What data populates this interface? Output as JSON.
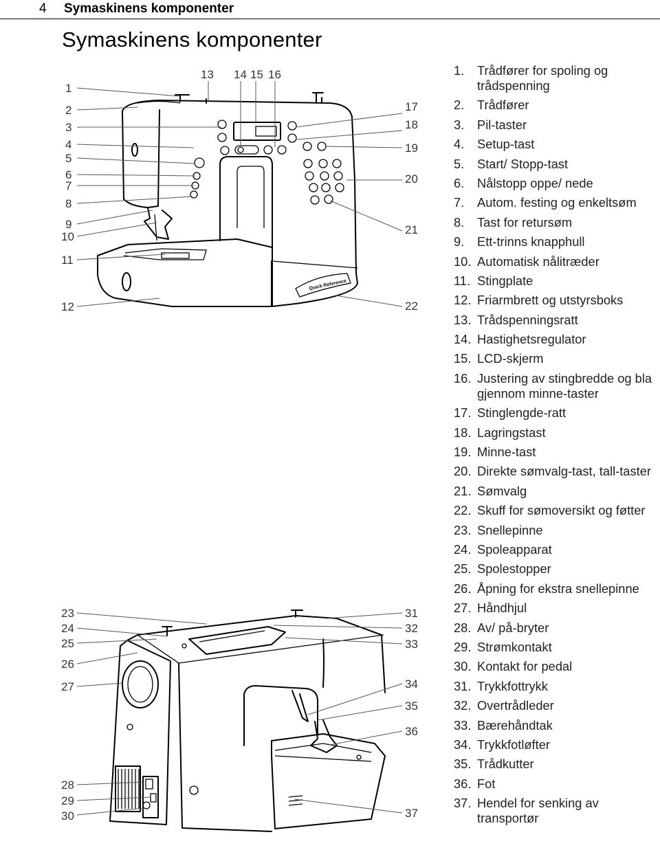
{
  "header": {
    "page_number": "4",
    "running_title": "Symaskinens komponenter"
  },
  "title": "Symaskinens komponenter",
  "front_callouts": {
    "left": [
      "1",
      "2",
      "3",
      "4",
      "5",
      "6",
      "7",
      "8",
      "9",
      "10",
      "11",
      "12"
    ],
    "top": [
      "13",
      "14",
      "15",
      "16"
    ],
    "right": [
      "17",
      "18",
      "19",
      "20",
      "21",
      "22"
    ],
    "badge_text": "Quick Reference"
  },
  "back_callouts": {
    "left": [
      "23",
      "24",
      "25",
      "26",
      "27",
      "28",
      "29",
      "30"
    ],
    "right": [
      "31",
      "32",
      "33",
      "34",
      "35",
      "36",
      "37"
    ]
  },
  "parts": [
    {
      "num": "1.",
      "label": "Trådfører for spoling og trådspenning"
    },
    {
      "num": "2.",
      "label": "Trådfører"
    },
    {
      "num": "3.",
      "label": "Pil-taster"
    },
    {
      "num": "4.",
      "label": "Setup-tast"
    },
    {
      "num": "5.",
      "label": "Start/ Stopp-tast"
    },
    {
      "num": "6.",
      "label": "Nålstopp oppe/ nede"
    },
    {
      "num": "7.",
      "label": "Autom. festing og enkeltsøm"
    },
    {
      "num": "8.",
      "label": "Tast for retursøm"
    },
    {
      "num": "9.",
      "label": "Ett-trinns knapphull"
    },
    {
      "num": "10.",
      "label": "Automatisk nålitræder"
    },
    {
      "num": "11.",
      "label": "Stingplate"
    },
    {
      "num": "12.",
      "label": "Friarmbrett og utstyrsboks"
    },
    {
      "num": "13.",
      "label": "Trådspenningsratt"
    },
    {
      "num": "14.",
      "label": "Hastighetsregulator"
    },
    {
      "num": "15.",
      "label": "LCD-skjerm"
    },
    {
      "num": "16.",
      "label": "Justering av stingbredde og bla gjennom minne-taster"
    },
    {
      "num": "17.",
      "label": "Stinglengde-ratt"
    },
    {
      "num": "18.",
      "label": "Lagringstast"
    },
    {
      "num": "19.",
      "label": "Minne-tast"
    },
    {
      "num": "20.",
      "label": "Direkte sømvalg-tast, tall-taster"
    },
    {
      "num": "21.",
      "label": "Sømvalg"
    },
    {
      "num": "22.",
      "label": "Skuff for sømoversikt og føtter"
    },
    {
      "num": "23.",
      "label": "Snellepinne"
    },
    {
      "num": "24.",
      "label": "Spoleapparat"
    },
    {
      "num": "25.",
      "label": "Spolestopper"
    },
    {
      "num": "26.",
      "label": "Åpning for ekstra snellepinne"
    },
    {
      "num": "27.",
      "label": "Håndhjul"
    },
    {
      "num": "28.",
      "label": "Av/ på-bryter"
    },
    {
      "num": "29.",
      "label": "Strømkontakt"
    },
    {
      "num": "30.",
      "label": "Kontakt for pedal"
    },
    {
      "num": "31.",
      "label": "Trykkfottrykk"
    },
    {
      "num": "32.",
      "label": "Overtrådleder"
    },
    {
      "num": "33.",
      "label": "Bærehåndtak"
    },
    {
      "num": "34.",
      "label": "Trykkfotløfter"
    },
    {
      "num": "35.",
      "label": "Trådkutter"
    },
    {
      "num": "36.",
      "label": "Fot"
    },
    {
      "num": "37.",
      "label": "Hendel for senking av transportør"
    }
  ]
}
